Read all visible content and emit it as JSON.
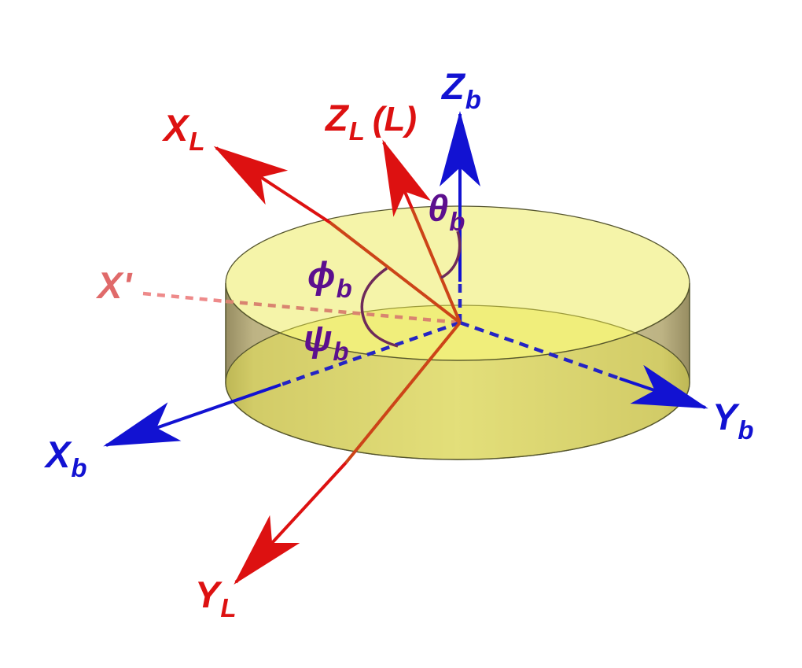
{
  "figure": {
    "type": "3d-coordinate-frame-diagram",
    "subject": "disk with body frame and lab frame axes and Euler angles"
  },
  "colors": {
    "body_frame_axis": "#1212d2",
    "body_frame_hidden": "#2424c4",
    "lab_frame_axis": "#dd1111",
    "lab_frame_occluded": "#cc4418",
    "x_prime_line": "#ee8a8a",
    "angle_labels": "#5c0f8e",
    "angle_arcs": "#6e2a5a",
    "disk_face": "#f4f170",
    "disk_wall": "#cfc795",
    "background": "#ffffff"
  },
  "labels": {
    "z_b": {
      "main": "Z",
      "sub": "b"
    },
    "x_b": {
      "main": "X",
      "sub": "b"
    },
    "y_b": {
      "main": "Y",
      "sub": "b"
    },
    "z_l": {
      "main": "Z",
      "sub": "L",
      "suffix": "(L)"
    },
    "x_l": {
      "main": "X",
      "sub": "L"
    },
    "y_l": {
      "main": "Y",
      "sub": "L"
    },
    "x_prime": {
      "main": "X",
      "suffix": "'"
    },
    "theta_b": {
      "main": "θ",
      "sub": "b"
    },
    "phi_b": {
      "main": "ϕ",
      "sub": "b"
    },
    "psi_b": {
      "main": "ψ",
      "sub": "b"
    }
  }
}
